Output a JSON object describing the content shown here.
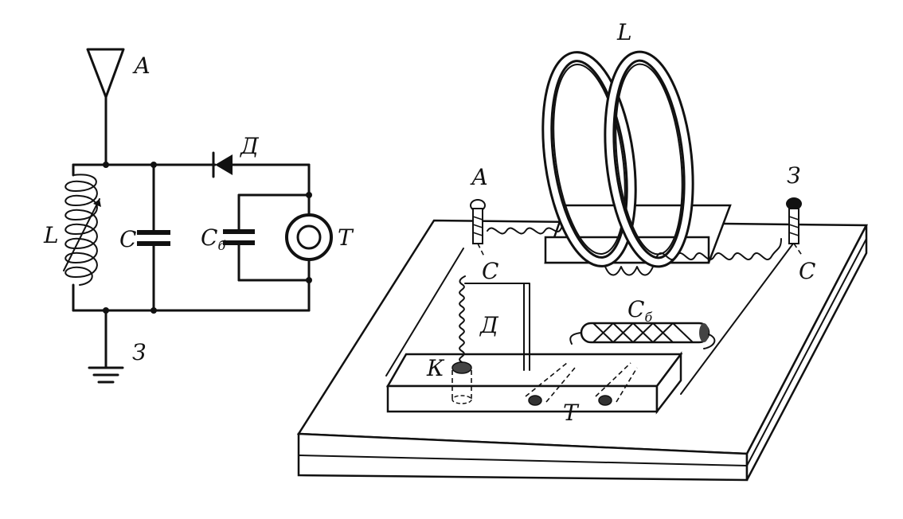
{
  "schematic": {
    "antenna_label": "А",
    "ground_label": "З",
    "inductor_label": "L",
    "capacitor_label": "C",
    "detector_label": "Д",
    "blocking_cap_label": "C",
    "blocking_cap_sub": "б",
    "phones_label": "Т"
  },
  "assembly": {
    "coil_label": "L",
    "antenna_terminal_label": "А",
    "ground_terminal_label": "З",
    "cap_left_label": "C",
    "cap_right_label": "C",
    "detector_label": "Д",
    "blocking_cap_label": "C",
    "blocking_cap_sub": "б",
    "crystal_label": "К",
    "phones_label": "Т"
  }
}
